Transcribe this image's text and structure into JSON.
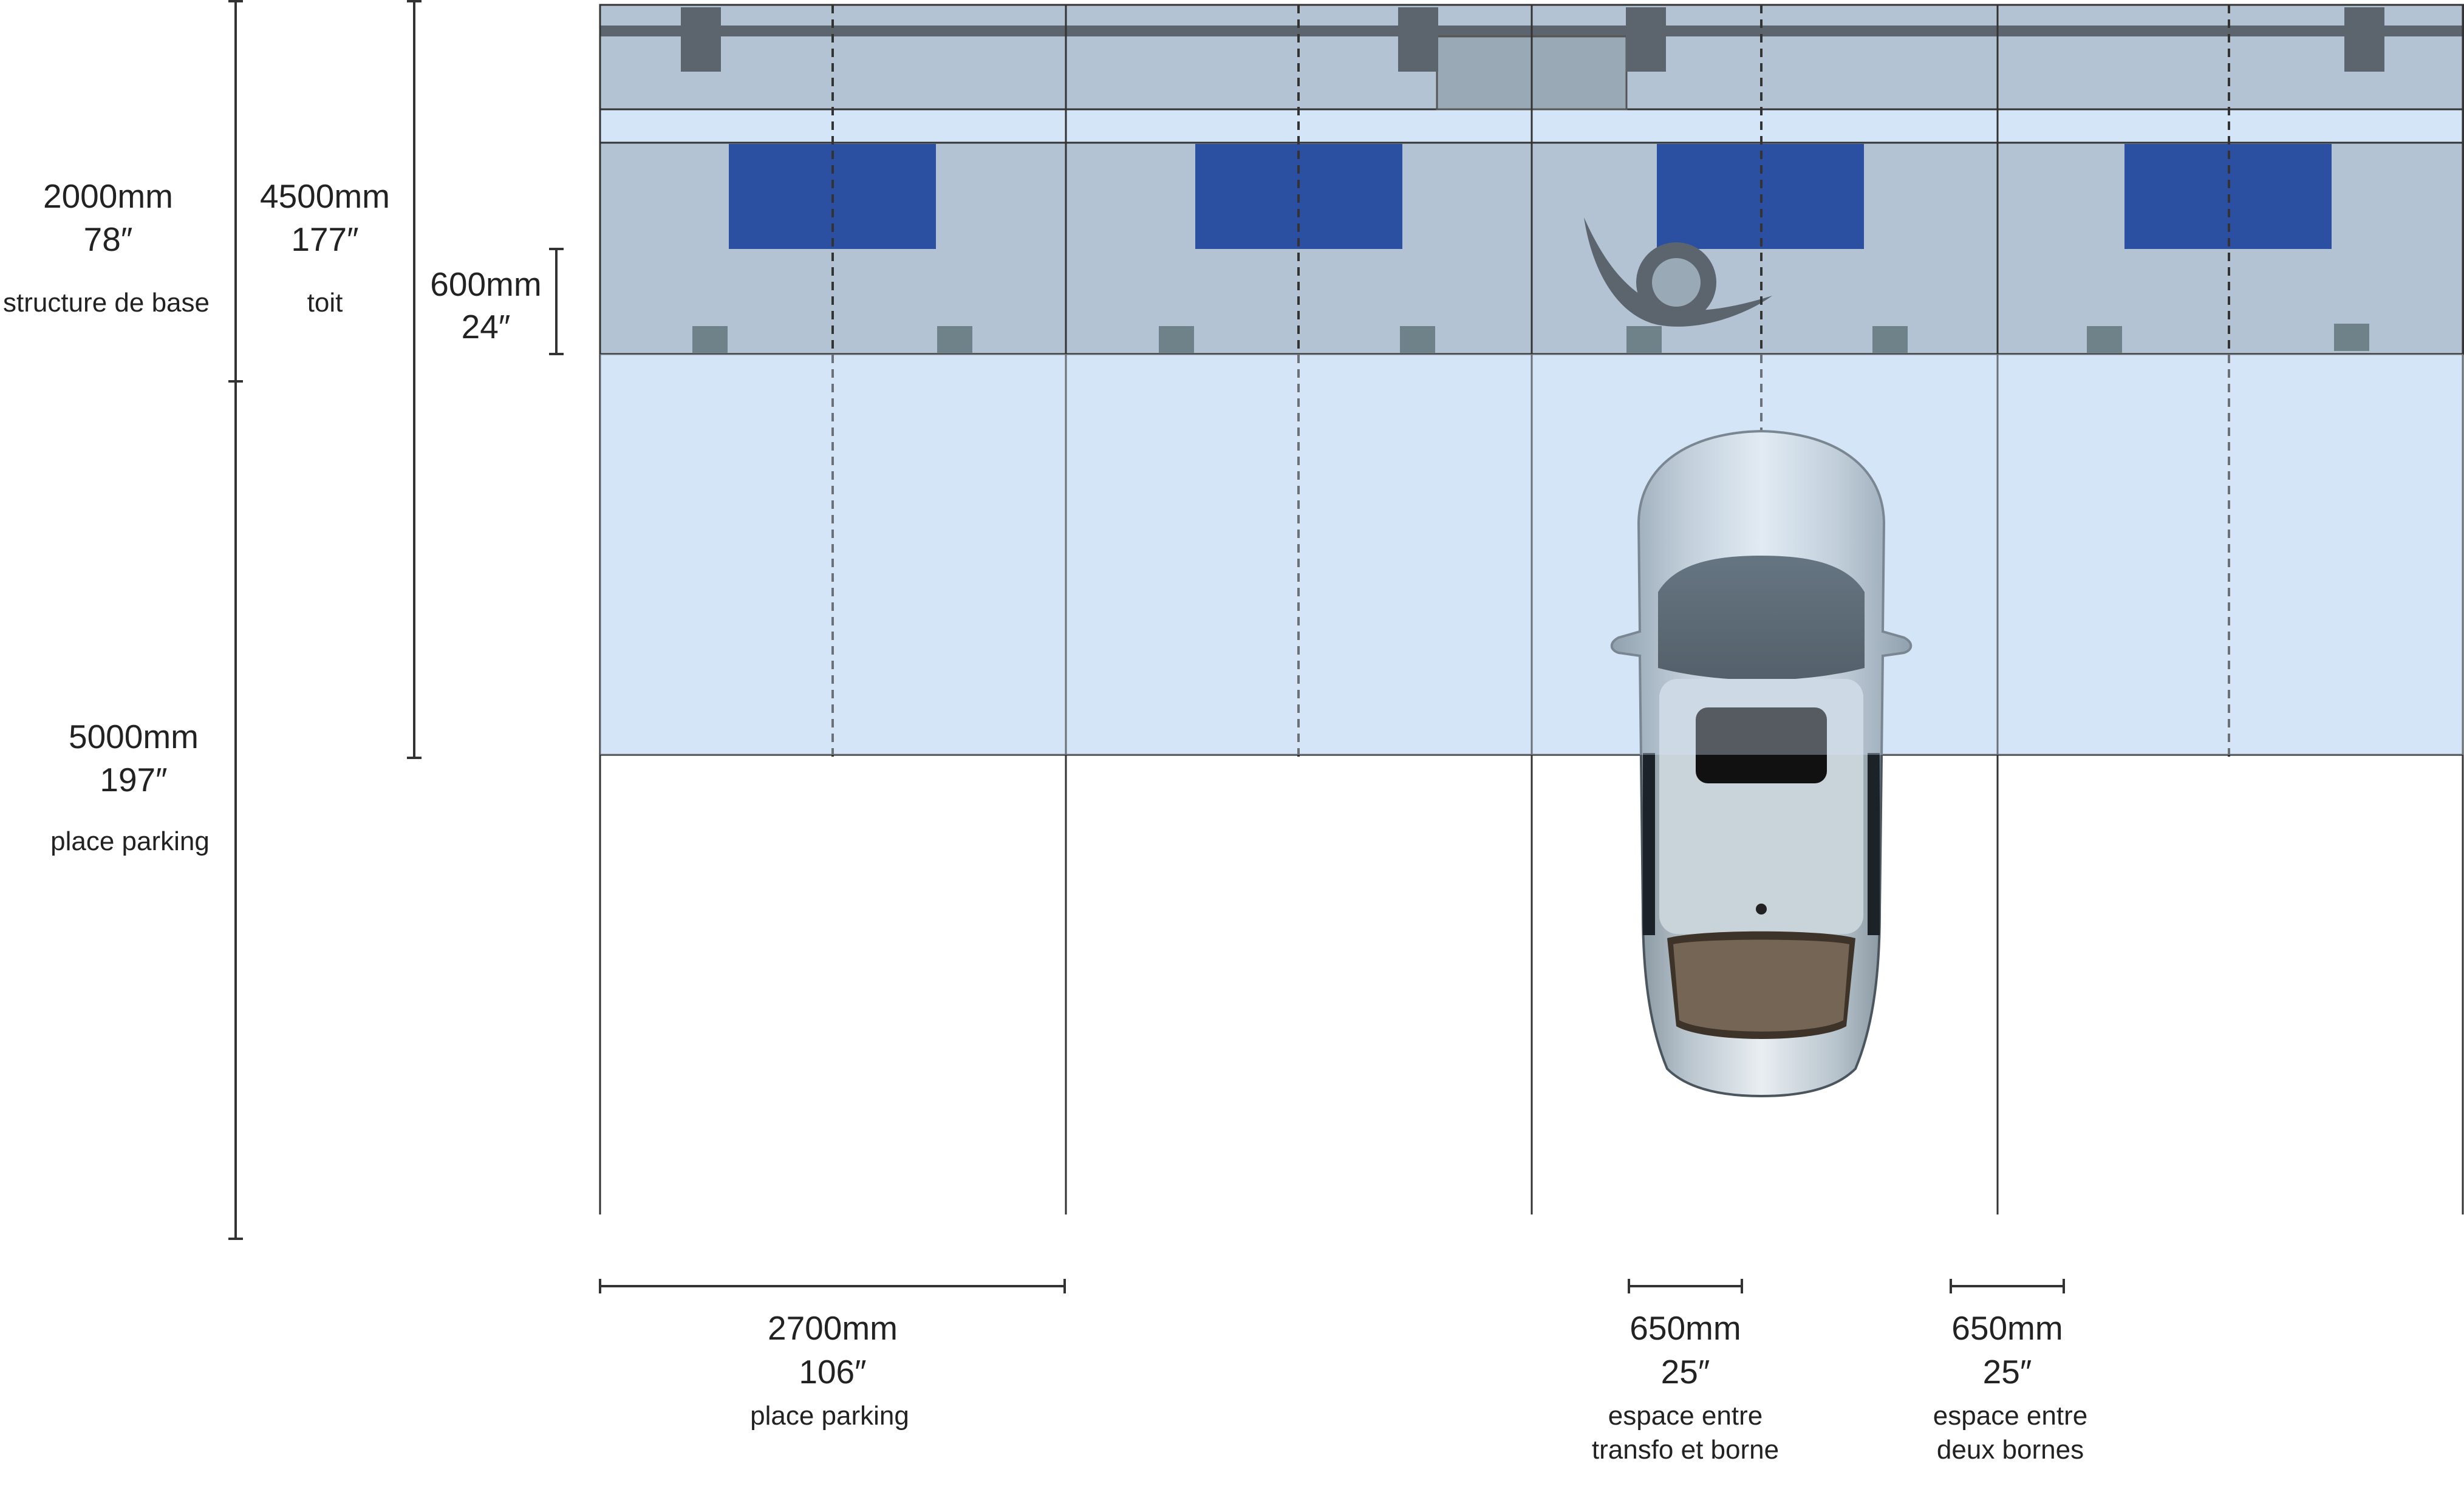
{
  "dimensions": {
    "base_structure": {
      "mm": "2000mm",
      "inch": "78″",
      "caption": "structure de base"
    },
    "roof": {
      "mm": "4500mm",
      "inch": "177″",
      "caption": "toit"
    },
    "offset": {
      "mm": "600mm",
      "inch": "24″"
    },
    "parking_length": {
      "mm": "5000mm",
      "inch": "197″",
      "caption": "place parking"
    },
    "parking_width": {
      "mm": "2700mm",
      "inch": "106″",
      "caption": "place parking"
    },
    "transfo_gap": {
      "mm": "650mm",
      "inch": "25″",
      "caption_line1": "espace entre",
      "caption_line2": "transfo et borne"
    },
    "borne_gap": {
      "mm": "650mm",
      "inch": "25″",
      "caption_line1": "espace entre",
      "caption_line2": "deux bornes"
    }
  },
  "parking_spaces": [
    {
      "id": "space-1",
      "has_car": false
    },
    {
      "id": "space-2",
      "has_car": false
    },
    {
      "id": "space-3",
      "has_car": true
    },
    {
      "id": "space-4",
      "has_car": false
    }
  ],
  "elements": {
    "roof_panel": "solar-panel-icon",
    "charger": "charging-terminal-icon",
    "logo": "swirl-logo-icon",
    "car": "car-top-view-icon"
  },
  "colors": {
    "structure": "#b3c3d3",
    "roof": "#d3e5f6",
    "panel": "#2c50a1",
    "beam": "#5c646d",
    "terminal": "#6f8289",
    "line": "#333333"
  }
}
